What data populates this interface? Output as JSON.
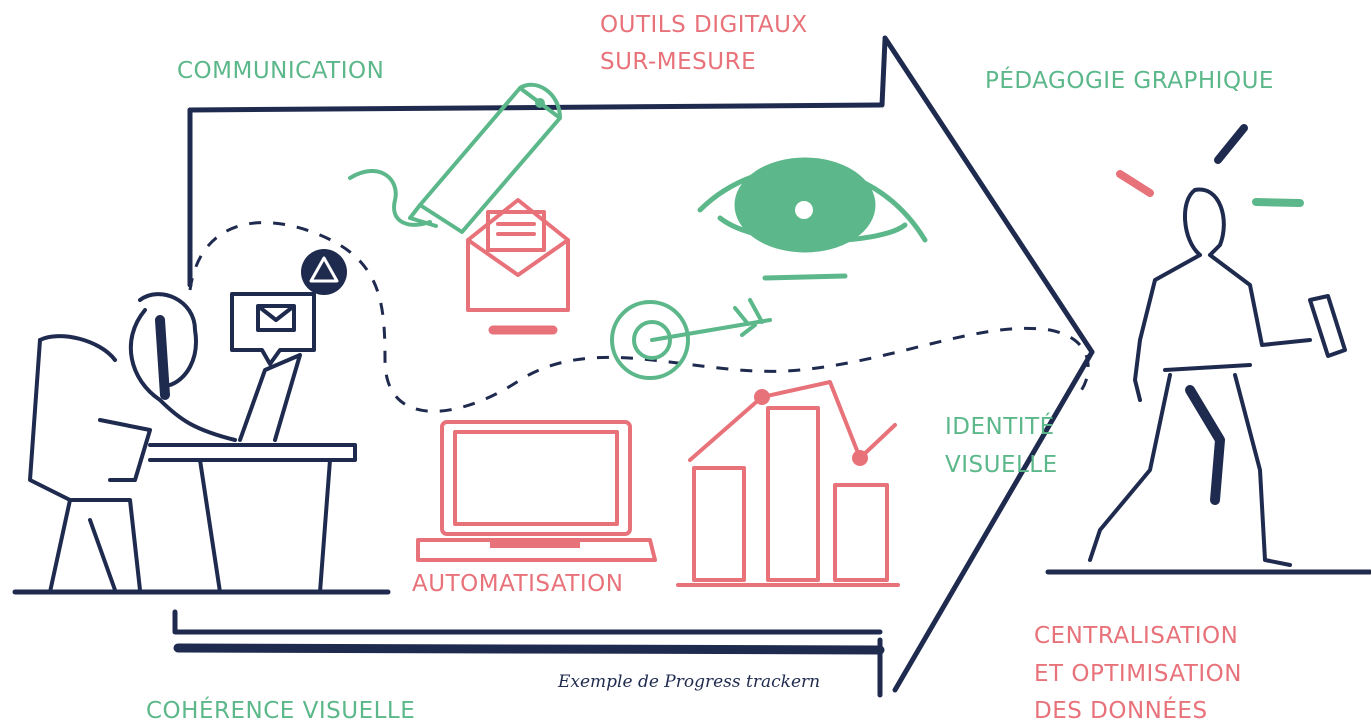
{
  "labels": {
    "communication": "COMMUNICATION",
    "outils_line1": "OUTILS DIGITAUX",
    "outils_line2": "SUR-MESURE",
    "pedagogie": "PÉDAGOGIE GRAPHIQUE",
    "identite_line1": "IDENTITÉ",
    "identite_line2": "VISUELLE",
    "automatisation": "AUTOMATISATION",
    "centralisation_line1": "CENTRALISATION",
    "centralisation_line2": "ET OPTIMISATION",
    "centralisation_line3": "DES DONNÉES",
    "coherence": "COHÉRENCE VISUELLE"
  },
  "caption": "Exemple de Progress trackern",
  "colors": {
    "navy": "#1f2a4f",
    "green": "#5cb88a",
    "red": "#e8727a"
  },
  "icons": [
    "pencil-icon",
    "envelope-icon",
    "eye-icon",
    "target-icon",
    "laptop-icon",
    "bar-chart-icon",
    "mail-bubble-icon",
    "warning-triangle-icon"
  ]
}
